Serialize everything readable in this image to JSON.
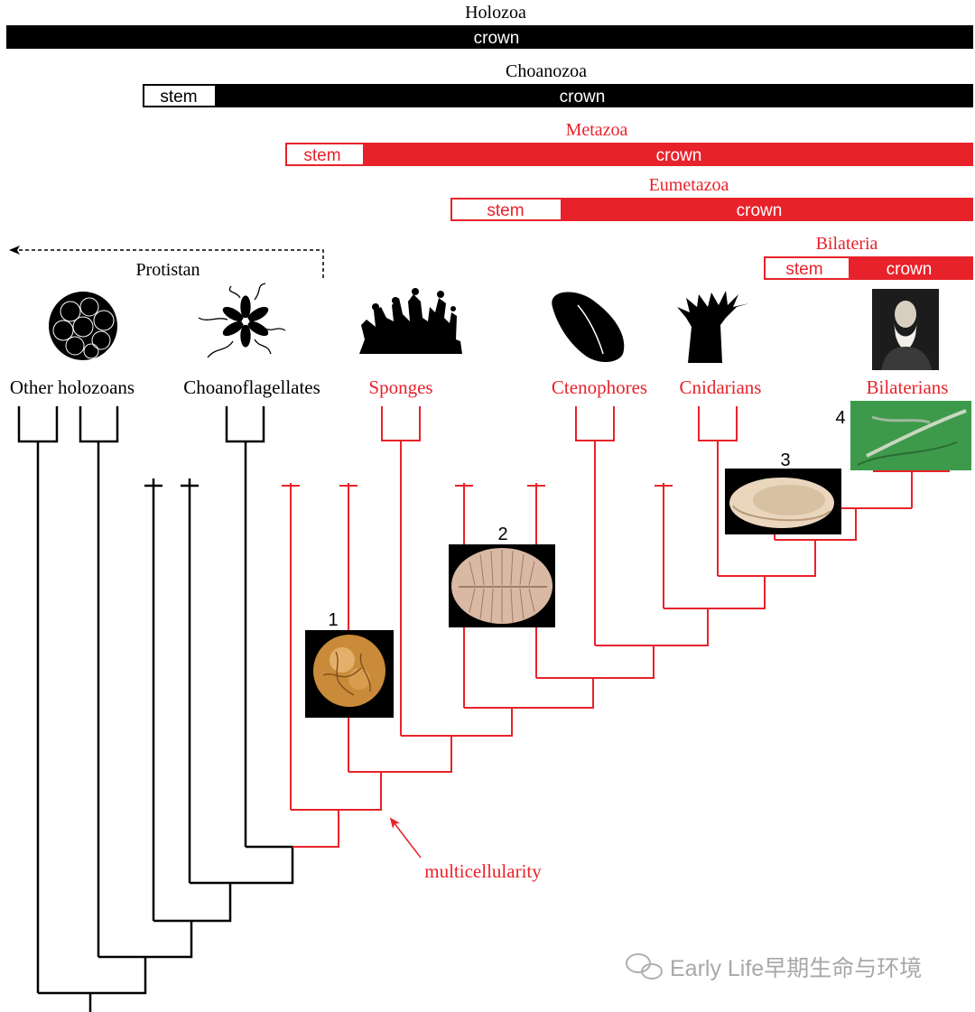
{
  "bars": [
    {
      "clade": "Holozoa",
      "stem": "",
      "crown": "crown"
    },
    {
      "clade": "Choanozoa",
      "stem": "stem",
      "crown": "crown"
    },
    {
      "clade": "Metazoa",
      "stem": "stem",
      "crown": "crown"
    },
    {
      "clade": "Eumetazoa",
      "stem": "stem",
      "crown": "crown"
    },
    {
      "clade": "Bilateria",
      "stem": "stem",
      "crown": "crown"
    }
  ],
  "protistan": "Protistan",
  "taxa": [
    "Other holozoans",
    "Choanoflagellates",
    "Sponges",
    "Ctenophores",
    "Cnidarians",
    "Bilaterians"
  ],
  "fossils": [
    "1",
    "2",
    "3",
    "4"
  ],
  "annotation": "multicellularity",
  "watermark": "Early Life早期生命与环境",
  "colors": {
    "black": "#000000",
    "red": "#e8222a"
  }
}
